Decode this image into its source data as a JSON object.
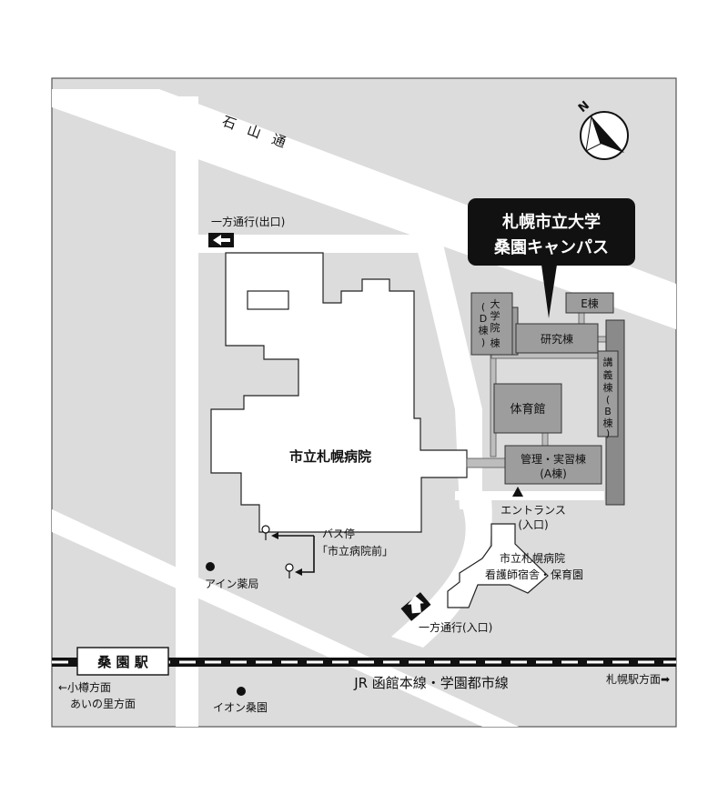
{
  "road": {
    "ishiyama": "石山通"
  },
  "oneway_exit": "一方通行(出口)",
  "oneway_entry": "一方通行(入口)",
  "campus": {
    "line1": "札幌市立大学",
    "line2": "桑園キャンパス"
  },
  "buildings": {
    "grad": [
      "大",
      "学",
      "院",
      "(",
      "D",
      "棟",
      ")"
    ],
    "grad_right": [
      "棟"
    ],
    "e": "E棟",
    "research": "研究棟",
    "lecture": [
      "講",
      "義",
      "棟",
      "(",
      "B",
      "棟",
      ")"
    ],
    "gym": "体育館",
    "admin_line1": "管理・実習棟",
    "admin_line2": "(A棟)",
    "hospital": "市立札幌病院",
    "dorm_line1": "市立札幌病院",
    "dorm_line2": "看護師宿舎・保育園"
  },
  "entrance": {
    "line1": "エントランス",
    "line2": "(入口)"
  },
  "bus_stop": {
    "line1": "バス停",
    "line2": "「市立病院前」"
  },
  "ain": "アイン薬局",
  "aeon": "イオン桑園",
  "station": "桑 園 駅",
  "railway": "JR 函館本線・学園都市線",
  "left_dir": {
    "line1": "←小樽方面",
    "line2": "あいの里方面"
  },
  "right_dir": "札幌駅方面➡",
  "compass": "N",
  "colors": {
    "background": "#dcdcdc",
    "road": "#ffffff",
    "building": "#9d9d9d",
    "callout": "#111111"
  }
}
